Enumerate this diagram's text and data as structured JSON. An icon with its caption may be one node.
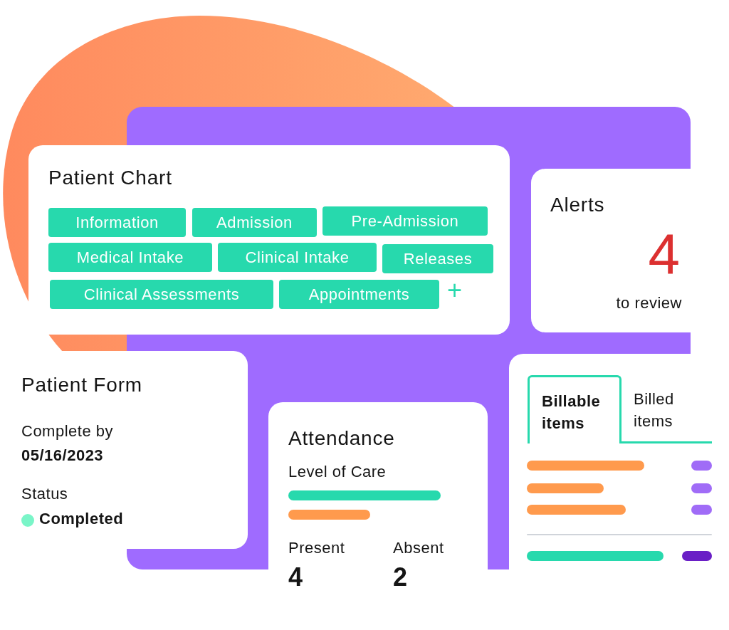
{
  "diagram": {
    "nodes": [
      {
        "text": [
          "Patient Chart"
        ]
      },
      {
        "text": [
          "Information"
        ],
        "in": 0
      },
      {
        "text": [
          "Admission"
        ],
        "in": 0
      },
      {
        "text": [
          "Pre-Admission"
        ],
        "in": 0
      },
      {
        "text": [
          "Medical Intake"
        ],
        "in": 0
      },
      {
        "text": [
          "Clinical Intake"
        ],
        "in": 0
      },
      {
        "text": [
          "Releases"
        ],
        "in": 0
      },
      {
        "text": [
          "Clinical Assessments"
        ],
        "in": 0
      },
      {
        "text": [
          "Appointments"
        ],
        "in": 0
      },
      {
        "text": [
          "Alerts",
          "4",
          "to review"
        ]
      },
      {
        "text": [
          "Patient Form",
          "Complete by",
          "05/16/2023",
          "Status",
          "Completed"
        ]
      },
      {
        "text": [
          "Attendance",
          "Level of Care",
          "Present",
          "4",
          "Absent",
          "2"
        ]
      },
      {
        "text": [],
        "shape": "box"
      },
      {
        "text": [
          "Billable items"
        ],
        "in": 12
      },
      {
        "text": [
          "Billed items"
        ],
        "in": 12
      }
    ],
    "labels": [
      "+"
    ]
  }
}
